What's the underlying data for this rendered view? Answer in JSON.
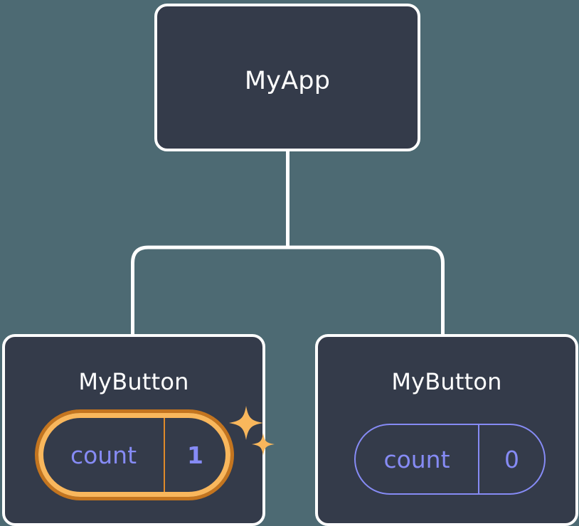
{
  "diagram": {
    "type": "react-component-tree",
    "background_color": "#4d6a73",
    "node_fill_color": "#343b4a",
    "node_border_color": "#ffffff",
    "connector_color": "#ffffff",
    "state_color": "#868bf5",
    "highlight_outer_color": "#c4751f",
    "highlight_inner_color": "#f9b75c",
    "sparkle_color": "#f9b75c"
  },
  "root": {
    "title": "MyApp"
  },
  "children": [
    {
      "title": "MyButton",
      "state": {
        "label": "count",
        "value": "1"
      },
      "highlighted": true,
      "sparkle_count": 2
    },
    {
      "title": "MyButton",
      "state": {
        "label": "count",
        "value": "0"
      },
      "highlighted": false,
      "sparkle_count": 0
    }
  ]
}
